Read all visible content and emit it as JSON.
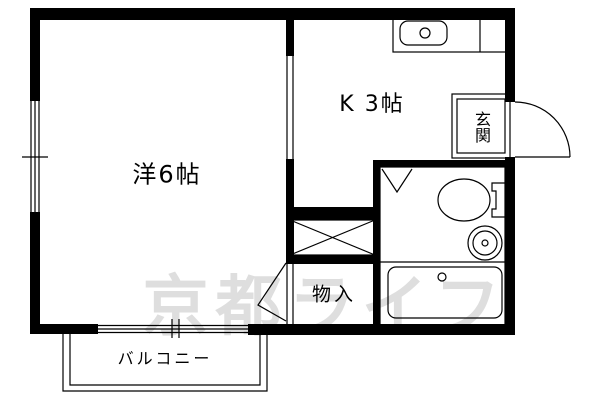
{
  "floorplan": {
    "watermark": "京都ライフ",
    "rooms": {
      "western": "洋6帖",
      "kitchen": "K 3帖",
      "entrance": "玄関",
      "storage": "物入",
      "balcony": "バルコニー"
    },
    "colors": {
      "wall": "#000000",
      "background": "#ffffff",
      "watermark": "#dedede"
    }
  }
}
